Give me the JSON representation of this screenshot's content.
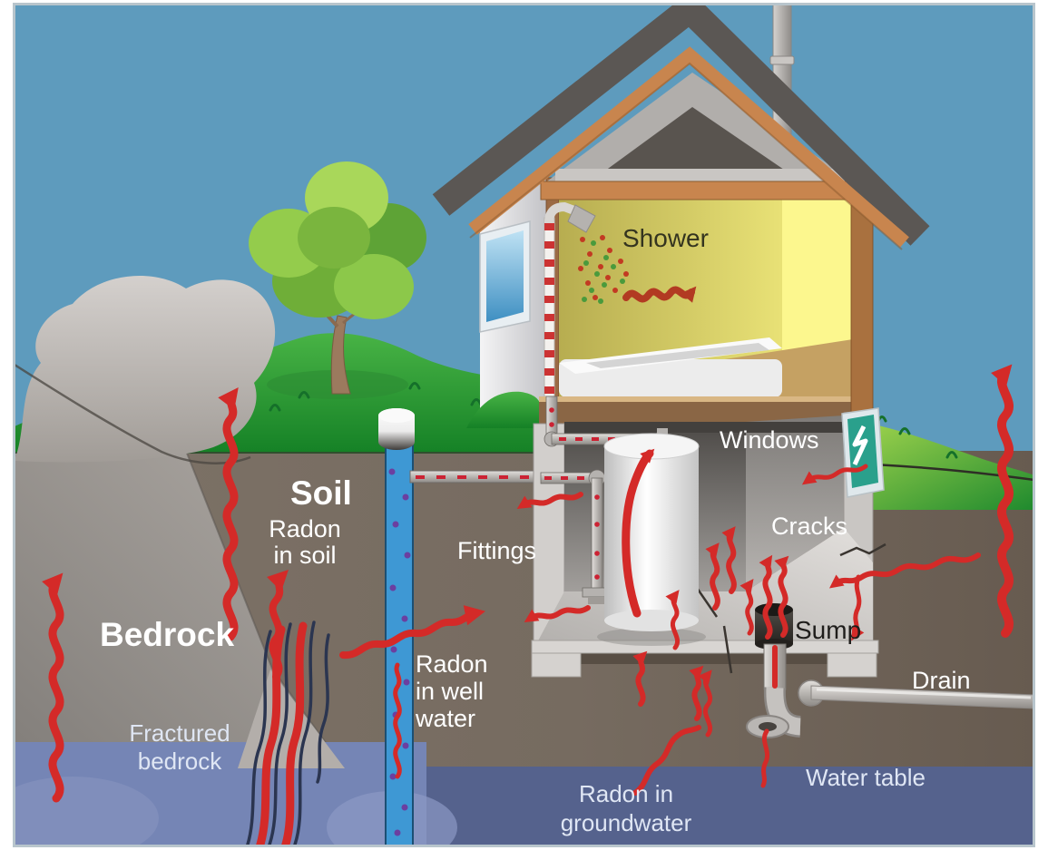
{
  "diagram": {
    "labels": {
      "soil": "Soil",
      "radon_in_soil_line1": "Radon",
      "radon_in_soil_line2": "in soil",
      "bedrock": "Bedrock",
      "fractured_line1": "Fractured",
      "fractured_line2": "bedrock",
      "shower": "Shower",
      "fittings": "Fittings",
      "windows": "Windows",
      "cracks": "Cracks",
      "sump": "Sump",
      "drain": "Drain",
      "water_table": "Water table",
      "well_line1": "Radon",
      "well_line2": "in well",
      "well_line3": "water",
      "groundwater_line1": "Radon in",
      "groundwater_line2": "groundwater"
    },
    "colors": {
      "sky": "#5e9bbd",
      "grass": "#2f9e35",
      "soil": "#766b60",
      "bedrock": "#9b9691",
      "water_table": "#55628d",
      "water_shallow": "#7585b5",
      "well_water": "#3e98d4",
      "radon_arrow": "#d42a28",
      "shower_arrow": "#b23a22",
      "roof": "#5b5754",
      "roof_trim": "#c8854e",
      "bathroom_wall": "#f7f17e",
      "house_wall": "#ededef",
      "fracture_line": "#2b3550"
    }
  }
}
